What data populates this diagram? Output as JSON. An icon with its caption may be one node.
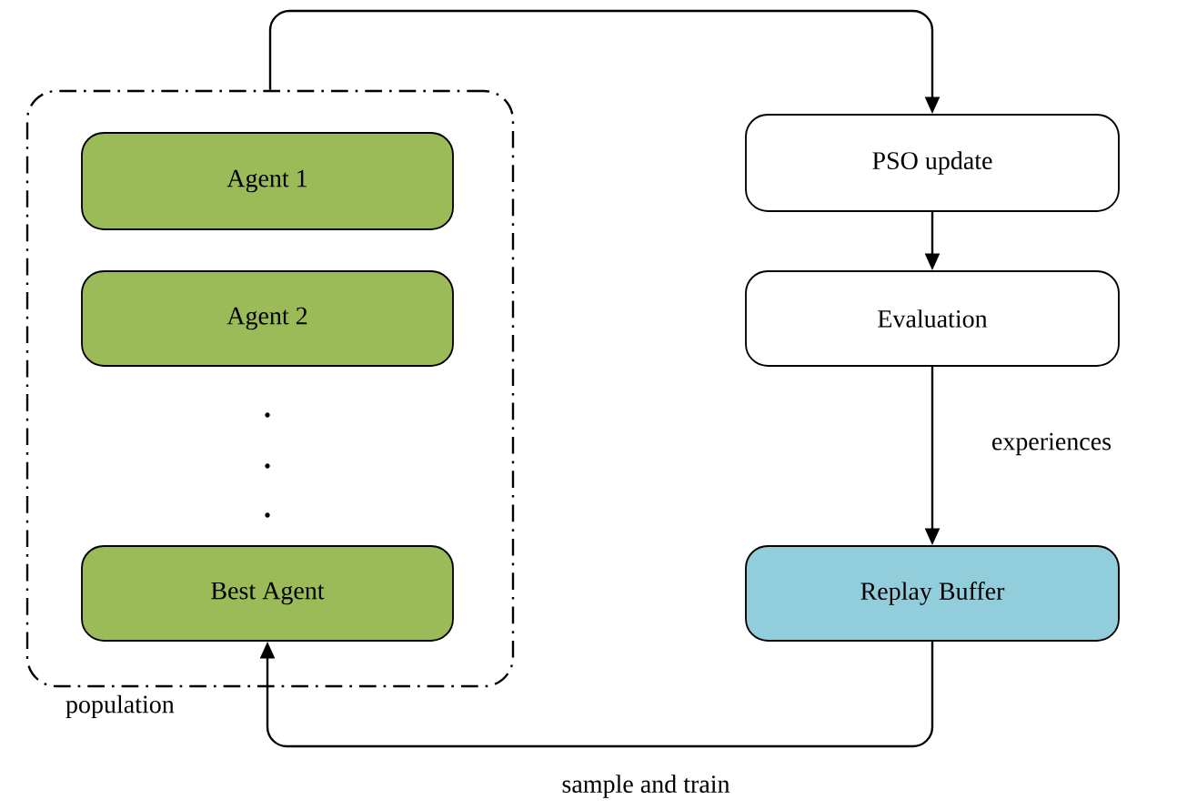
{
  "diagram": {
    "nodes": [
      {
        "text": [
          "population"
        ]
      },
      {
        "text": [
          "Agent 1"
        ],
        "in": 0
      },
      {
        "text": [
          "Agent 2"
        ],
        "in": 0
      },
      {
        "text": [
          "Best Agent"
        ],
        "in": 0
      },
      {
        "text": [
          "PSO update"
        ]
      },
      {
        "text": [
          "Evaluation"
        ]
      },
      {
        "text": [
          "Replay Buffer"
        ]
      }
    ],
    "edges": [
      {
        "from": 0,
        "to": 4,
        "arrow": "to"
      },
      {
        "from": 4,
        "to": 5,
        "arrow": "to"
      },
      {
        "from": 5,
        "to": 6,
        "arrow": "to",
        "label": "experiences"
      },
      {
        "from": 6,
        "to": 3,
        "arrow": "to",
        "label": "sample and train"
      }
    ]
  }
}
